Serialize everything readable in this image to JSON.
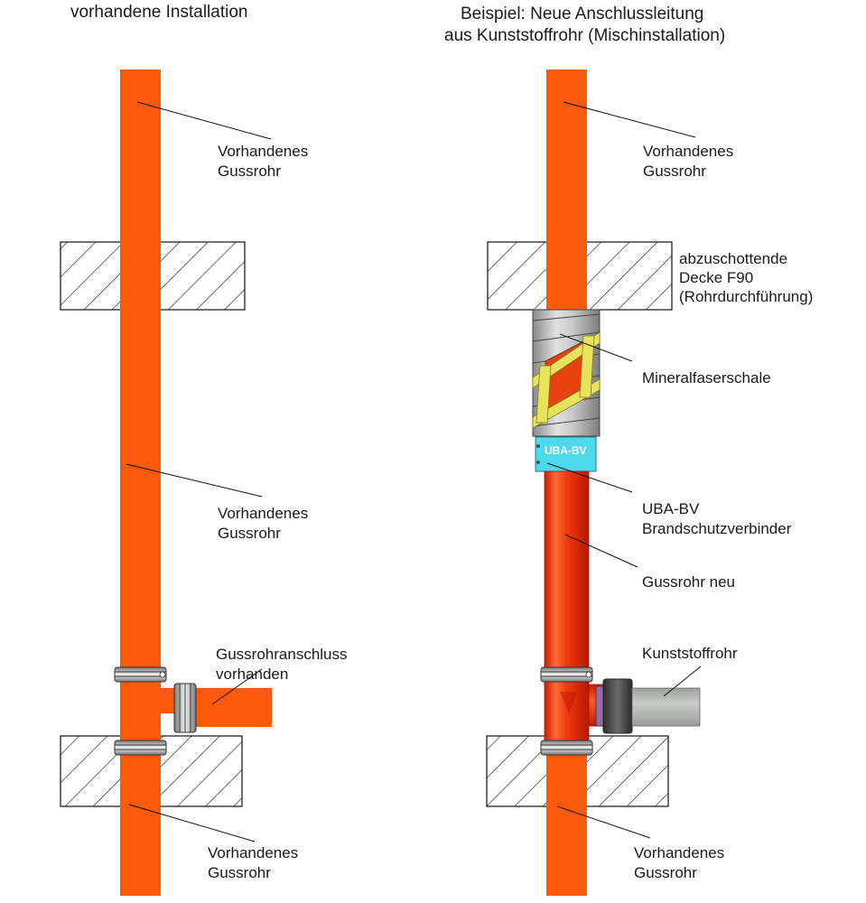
{
  "left": {
    "title": "vorhandene Installation",
    "labels": {
      "pipe_top": [
        "Vorhandenes",
        "Gussrohr"
      ],
      "pipe_mid": [
        "Vorhandenes",
        "Gussrohr"
      ],
      "connection": [
        "Gussrohranschluss",
        "vorhanden"
      ],
      "pipe_bottom": [
        "Vorhandenes",
        "Gussrohr"
      ]
    }
  },
  "right": {
    "title": [
      "Beispiel:  Neue Anschlussleitung",
      "aus Kunststoffrohr (Mischinstallation)"
    ],
    "labels": {
      "pipe_top": [
        "Vorhandenes",
        "Gussrohr"
      ],
      "ceiling": [
        "abzuschottende",
        "Decke F90",
        "(Rohrdurchführung)"
      ],
      "insulation": "Mineralfaserschale",
      "connector_tag": "UBA-BV",
      "connector": [
        "UBA-BV",
        "Brandschutzverbinder"
      ],
      "new_pipe": "Gussrohr neu",
      "plastic_pipe": "Kunststoffrohr",
      "pipe_bottom": [
        "Vorhandenes",
        "Gussrohr"
      ]
    }
  },
  "colors": {
    "cast_iron": "#fa5a0a",
    "new_pipe": "#e8300a",
    "insulation_grey": "#b9b9b9",
    "tape_yellow": "#e8e35a",
    "connector_cyan": "#4dd8ec",
    "plastic_grey": "#b4b6b4",
    "coupling_dark": "#4a4a4a"
  }
}
